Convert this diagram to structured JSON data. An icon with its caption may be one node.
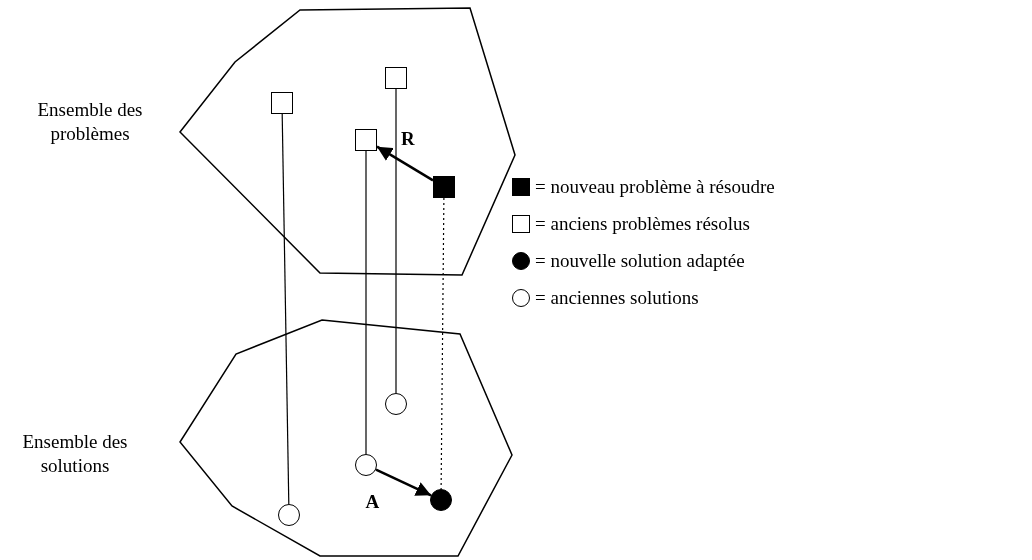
{
  "diagram": {
    "nodes": [
      {
        "text": [
          "Ensemble des problèmes"
        ]
      },
      {
        "text": [],
        "shape": "box",
        "in": 0
      },
      {
        "text": [],
        "shape": "box",
        "in": 0
      },
      {
        "text": [],
        "shape": "box",
        "in": 0
      },
      {
        "text": [],
        "shape": "box",
        "in": 0
      },
      {
        "text": [
          "Ensemble des solutions"
        ]
      },
      {
        "text": [],
        "shape": "circle",
        "in": 5
      },
      {
        "text": [],
        "shape": "circle",
        "in": 5
      },
      {
        "text": [],
        "shape": "circle",
        "in": 5
      },
      {
        "text": [],
        "shape": "circle",
        "in": 5
      }
    ],
    "edges": [
      {
        "from": 4,
        "to": 3,
        "arrow": "to",
        "label": "R"
      },
      {
        "from": 1,
        "to": 6,
        "arrow": "none"
      },
      {
        "from": 3,
        "to": 8,
        "arrow": "none"
      },
      {
        "from": 2,
        "to": 7,
        "arrow": "none"
      },
      {
        "from": 4,
        "to": 9,
        "arrow": "none",
        "style": "dashed"
      },
      {
        "from": 8,
        "to": 9,
        "arrow": "to",
        "label": "A"
      }
    ],
    "legend": [
      {
        "text": "= nouveau problème à résoudre"
      },
      {
        "text": "= anciens problèmes résolus"
      },
      {
        "text": "= nouvelle solution adaptée"
      },
      {
        "text": "= anciennes solutions"
      }
    ]
  }
}
